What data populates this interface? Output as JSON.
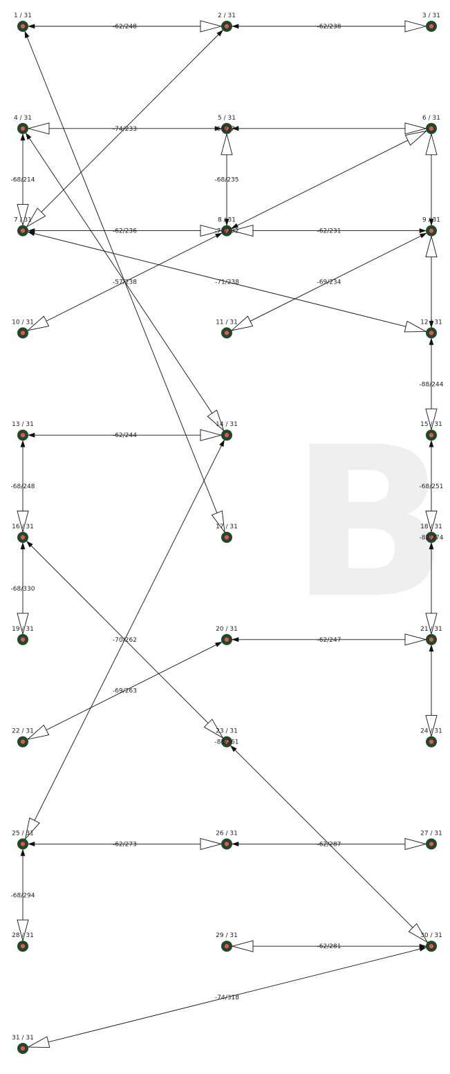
{
  "watermark": "BI",
  "nodes": [
    {
      "id": 1,
      "label": "1 / 31"
    },
    {
      "id": 2,
      "label": "2 / 31"
    },
    {
      "id": 3,
      "label": "3 / 31"
    },
    {
      "id": 4,
      "label": "4 / 31"
    },
    {
      "id": 5,
      "label": "5 / 31"
    },
    {
      "id": 6,
      "label": "6 / 31"
    },
    {
      "id": 7,
      "label": "7 / 31"
    },
    {
      "id": 8,
      "label": "8 / 31"
    },
    {
      "id": 9,
      "label": "9 / 31"
    },
    {
      "id": 10,
      "label": "10 / 31"
    },
    {
      "id": 11,
      "label": "11 / 31"
    },
    {
      "id": 12,
      "label": "12 / 31"
    },
    {
      "id": 13,
      "label": "13 / 31"
    },
    {
      "id": 14,
      "label": "14 / 31"
    },
    {
      "id": 15,
      "label": "15 / 31"
    },
    {
      "id": 16,
      "label": "16 / 31"
    },
    {
      "id": 17,
      "label": "17 / 31"
    },
    {
      "id": 18,
      "label": "18 / 31"
    },
    {
      "id": 19,
      "label": "19 / 31"
    },
    {
      "id": 20,
      "label": "20 / 31"
    },
    {
      "id": 21,
      "label": "21 / 31"
    },
    {
      "id": 22,
      "label": "22 / 31"
    },
    {
      "id": 23,
      "label": "23 / 31"
    },
    {
      "id": 24,
      "label": "24 / 31"
    },
    {
      "id": 25,
      "label": "25 / 31"
    },
    {
      "id": 26,
      "label": "26 / 31"
    },
    {
      "id": 27,
      "label": "27 / 31"
    },
    {
      "id": 28,
      "label": "28 / 31"
    },
    {
      "id": 29,
      "label": "29 / 31"
    },
    {
      "id": 30,
      "label": "30 / 31"
    },
    {
      "id": 31,
      "label": "31 / 31"
    }
  ],
  "edges": [
    {
      "from": 1,
      "to": 2,
      "label": "-62/248"
    },
    {
      "from": 2,
      "to": 3,
      "label": "-62/238"
    },
    {
      "from": 2,
      "to": 7,
      "label": ""
    },
    {
      "from": 1,
      "to": 17,
      "label": ""
    },
    {
      "from": 5,
      "to": 4,
      "label": "-74/233"
    },
    {
      "from": 5,
      "to": 6,
      "label": ""
    },
    {
      "from": 4,
      "to": 7,
      "label": "-68/214"
    },
    {
      "from": 8,
      "to": 5,
      "label": "-68/235"
    },
    {
      "from": 4,
      "to": 14,
      "label": ""
    },
    {
      "from": 9,
      "to": 6,
      "label": ""
    },
    {
      "from": 7,
      "to": 8,
      "label": "-62/236"
    },
    {
      "from": 9,
      "to": 8,
      "label": "-62/231"
    },
    {
      "from": 8,
      "to": 10,
      "label": "-57/238"
    },
    {
      "from": 8,
      "to": 6,
      "label": ""
    },
    {
      "from": 9,
      "to": 11,
      "label": "-69/234"
    },
    {
      "from": 7,
      "to": 12,
      "label": "-71/238"
    },
    {
      "from": 12,
      "to": 9,
      "label": ""
    },
    {
      "from": 12,
      "to": 15,
      "label": "-88/244"
    },
    {
      "from": 13,
      "to": 14,
      "label": "-62/244"
    },
    {
      "from": 13,
      "to": 16,
      "label": "-68/248"
    },
    {
      "from": 15,
      "to": 18,
      "label": "-68/251"
    },
    {
      "from": 16,
      "to": 19,
      "label": "-68/330"
    },
    {
      "from": 16,
      "to": 23,
      "label": ""
    },
    {
      "from": 14,
      "to": 25,
      "label": "-70/262"
    },
    {
      "from": 18,
      "to": 21,
      "label": ""
    },
    {
      "from": 20,
      "to": 21,
      "label": "-62/247"
    },
    {
      "from": 21,
      "to": 24,
      "label": ""
    },
    {
      "from": 20,
      "to": 22,
      "label": "-69/263"
    },
    {
      "from": 23,
      "to": 30,
      "label": ""
    },
    {
      "from": 25,
      "to": 26,
      "label": "-62/273"
    },
    {
      "from": 26,
      "to": 27,
      "label": "-62/287"
    },
    {
      "from": 25,
      "to": 28,
      "label": "-68/294"
    },
    {
      "from": 30,
      "to": 29,
      "label": "-62/281"
    },
    {
      "from": 30,
      "to": 31,
      "label": "-74/318"
    }
  ],
  "extra_labels": [
    {
      "near_node": 5,
      "text": "-68/274"
    },
    {
      "near_node": 8,
      "text": "-71/232"
    },
    {
      "near_node": 18,
      "text": "-82/274"
    },
    {
      "near_node": 23,
      "text": "-83/261"
    }
  ],
  "colors": {
    "node_ring": "#1f4a25",
    "node_center": "#e05555",
    "edge": "#111111"
  }
}
